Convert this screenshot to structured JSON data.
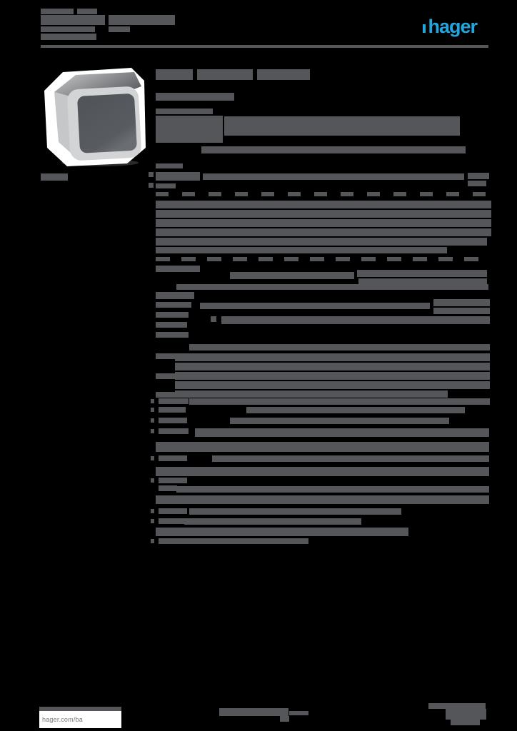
{
  "colors": {
    "background": "#000000",
    "text_block": "#55565a",
    "rule": "#55565a",
    "accent_blue": "#23a5dd",
    "footer_box_bg": "#ffffff",
    "footer_text": "#77787b"
  },
  "header": {
    "logo_text": "hager"
  },
  "footer": {
    "website_label": "hager.com/ba"
  },
  "product_image": {
    "name": "surface-mounted-rocker-switch-photo",
    "frame_color": "#d3d4d6",
    "rocker_color": "#54585c",
    "top_face_light": "#c9cacc",
    "top_face_dark": "#606265",
    "halo_color": "#ffffff"
  },
  "redacted": {
    "groups": {
      "header_block": [
        [
          57,
          12,
          46,
          8
        ],
        [
          108,
          12,
          28,
          8
        ],
        [
          57,
          21,
          90,
          14
        ],
        [
          152,
          21,
          93,
          14
        ],
        [
          57,
          37,
          76,
          8
        ],
        [
          152,
          37,
          30,
          8
        ],
        [
          57,
          47,
          78,
          9
        ]
      ],
      "title_block": [
        [
          218,
          97,
          52,
          15
        ],
        [
          276,
          97,
          78,
          15
        ],
        [
          360,
          97,
          74,
          15
        ]
      ],
      "subtitle_block": [
        [
          218,
          130,
          110,
          11
        ]
      ],
      "photo_caption": [
        [
          57,
          243,
          38,
          10
        ]
      ],
      "margin_bullets": [
        [
          208,
          241,
          7,
          7
        ],
        [
          208,
          256,
          7,
          7
        ]
      ],
      "body_text": [
        [
          218,
          152,
          80,
          8
        ],
        [
          218,
          162,
          94,
          38
        ],
        [
          314,
          163,
          330,
          27
        ],
        [
          282,
          205,
          370,
          10
        ],
        [
          218,
          229,
          38,
          7
        ],
        [
          218,
          241,
          62,
          12
        ],
        [
          284,
          243,
          366,
          9
        ],
        [
          655,
          242,
          30,
          9
        ],
        [
          655,
          253,
          26,
          8
        ],
        [
          218,
          257,
          28,
          7
        ],
        [
          218,
          269,
          18,
          6
        ],
        [
          255,
          269,
          18,
          6
        ],
        [
          292,
          269,
          18,
          6
        ],
        [
          329,
          269,
          18,
          6
        ],
        [
          366,
          269,
          18,
          6
        ],
        [
          403,
          269,
          18,
          6
        ],
        [
          440,
          269,
          18,
          6
        ],
        [
          477,
          269,
          18,
          6
        ],
        [
          514,
          269,
          18,
          6
        ],
        [
          551,
          269,
          18,
          6
        ],
        [
          588,
          269,
          18,
          6
        ],
        [
          625,
          269,
          18,
          6
        ],
        [
          662,
          269,
          18,
          6
        ],
        [
          218,
          281,
          470,
          11
        ],
        [
          218,
          294,
          470,
          11
        ],
        [
          218,
          307,
          470,
          11
        ],
        [
          218,
          320,
          470,
          11
        ],
        [
          218,
          333,
          464,
          11
        ],
        [
          218,
          346,
          408,
          9
        ],
        [
          218,
          360,
          20,
          6
        ],
        [
          254,
          360,
          20,
          6
        ],
        [
          290,
          360,
          20,
          6
        ],
        [
          326,
          360,
          20,
          6
        ],
        [
          362,
          360,
          20,
          6
        ],
        [
          398,
          360,
          20,
          6
        ],
        [
          434,
          360,
          20,
          6
        ],
        [
          470,
          360,
          20,
          6
        ],
        [
          506,
          360,
          20,
          6
        ],
        [
          542,
          360,
          20,
          6
        ],
        [
          578,
          360,
          20,
          6
        ],
        [
          614,
          360,
          20,
          6
        ],
        [
          650,
          360,
          20,
          6
        ],
        [
          218,
          372,
          62,
          9
        ],
        [
          322,
          381,
          174,
          10
        ],
        [
          500,
          378,
          182,
          10
        ],
        [
          502,
          390,
          180,
          10
        ],
        [
          247,
          398,
          437,
          8
        ],
        [
          218,
          409,
          54,
          10
        ],
        [
          218,
          423,
          50,
          8
        ],
        [
          280,
          424,
          322,
          9
        ],
        [
          607,
          419,
          79,
          10
        ],
        [
          607,
          431,
          79,
          9
        ],
        [
          295,
          443,
          8,
          8
        ],
        [
          310,
          443,
          376,
          11
        ],
        [
          218,
          437,
          46,
          8
        ],
        [
          218,
          451,
          44,
          8
        ],
        [
          218,
          465,
          46,
          8
        ],
        [
          265,
          482,
          421,
          9
        ],
        [
          218,
          495,
          42,
          8
        ],
        [
          245,
          495,
          441,
          11
        ],
        [
          245,
          508,
          441,
          11
        ],
        [
          245,
          521,
          441,
          11
        ],
        [
          218,
          523,
          40,
          8
        ],
        [
          245,
          534,
          441,
          11
        ],
        [
          245,
          547,
          382,
          10
        ],
        [
          218,
          549,
          40,
          8
        ],
        [
          211,
          559,
          5,
          6
        ],
        [
          222,
          558,
          42,
          8
        ],
        [
          265,
          558,
          421,
          9
        ],
        [
          211,
          571,
          5,
          6
        ],
        [
          222,
          570,
          38,
          8
        ],
        [
          345,
          570,
          306,
          9
        ],
        [
          211,
          586,
          5,
          6
        ],
        [
          222,
          585,
          40,
          8
        ],
        [
          322,
          585,
          307,
          9
        ],
        [
          211,
          601,
          5,
          6
        ],
        [
          222,
          600,
          42,
          8
        ],
        [
          273,
          600,
          412,
          12
        ],
        [
          218,
          619,
          467,
          14
        ],
        [
          211,
          639,
          5,
          6
        ],
        [
          222,
          638,
          40,
          8
        ],
        [
          297,
          638,
          388,
          9
        ],
        [
          218,
          654,
          467,
          13
        ],
        [
          211,
          670,
          5,
          6
        ],
        [
          222,
          669,
          40,
          8
        ],
        [
          222,
          680,
          26,
          8
        ],
        [
          247,
          681,
          438,
          9
        ],
        [
          218,
          694,
          467,
          12
        ],
        [
          211,
          713,
          5,
          6
        ],
        [
          222,
          712,
          40,
          8
        ],
        [
          265,
          712,
          297,
          9
        ],
        [
          211,
          727,
          5,
          6
        ],
        [
          222,
          726,
          38,
          8
        ],
        [
          258,
          726,
          248,
          9
        ],
        [
          218,
          739,
          354,
          12
        ],
        [
          211,
          755,
          5,
          6
        ],
        [
          222,
          754,
          42,
          8
        ],
        [
          250,
          754,
          182,
          8
        ]
      ],
      "footer_blocks": [
        [
          55,
          990,
          115,
          6
        ],
        [
          307,
          992,
          97,
          11
        ],
        [
          405,
          996,
          27,
          6
        ],
        [
          392,
          1003,
          13,
          8
        ],
        [
          600,
          985,
          80,
          8
        ],
        [
          624,
          993,
          57,
          15
        ],
        [
          631,
          1008,
          41,
          8
        ]
      ]
    }
  }
}
